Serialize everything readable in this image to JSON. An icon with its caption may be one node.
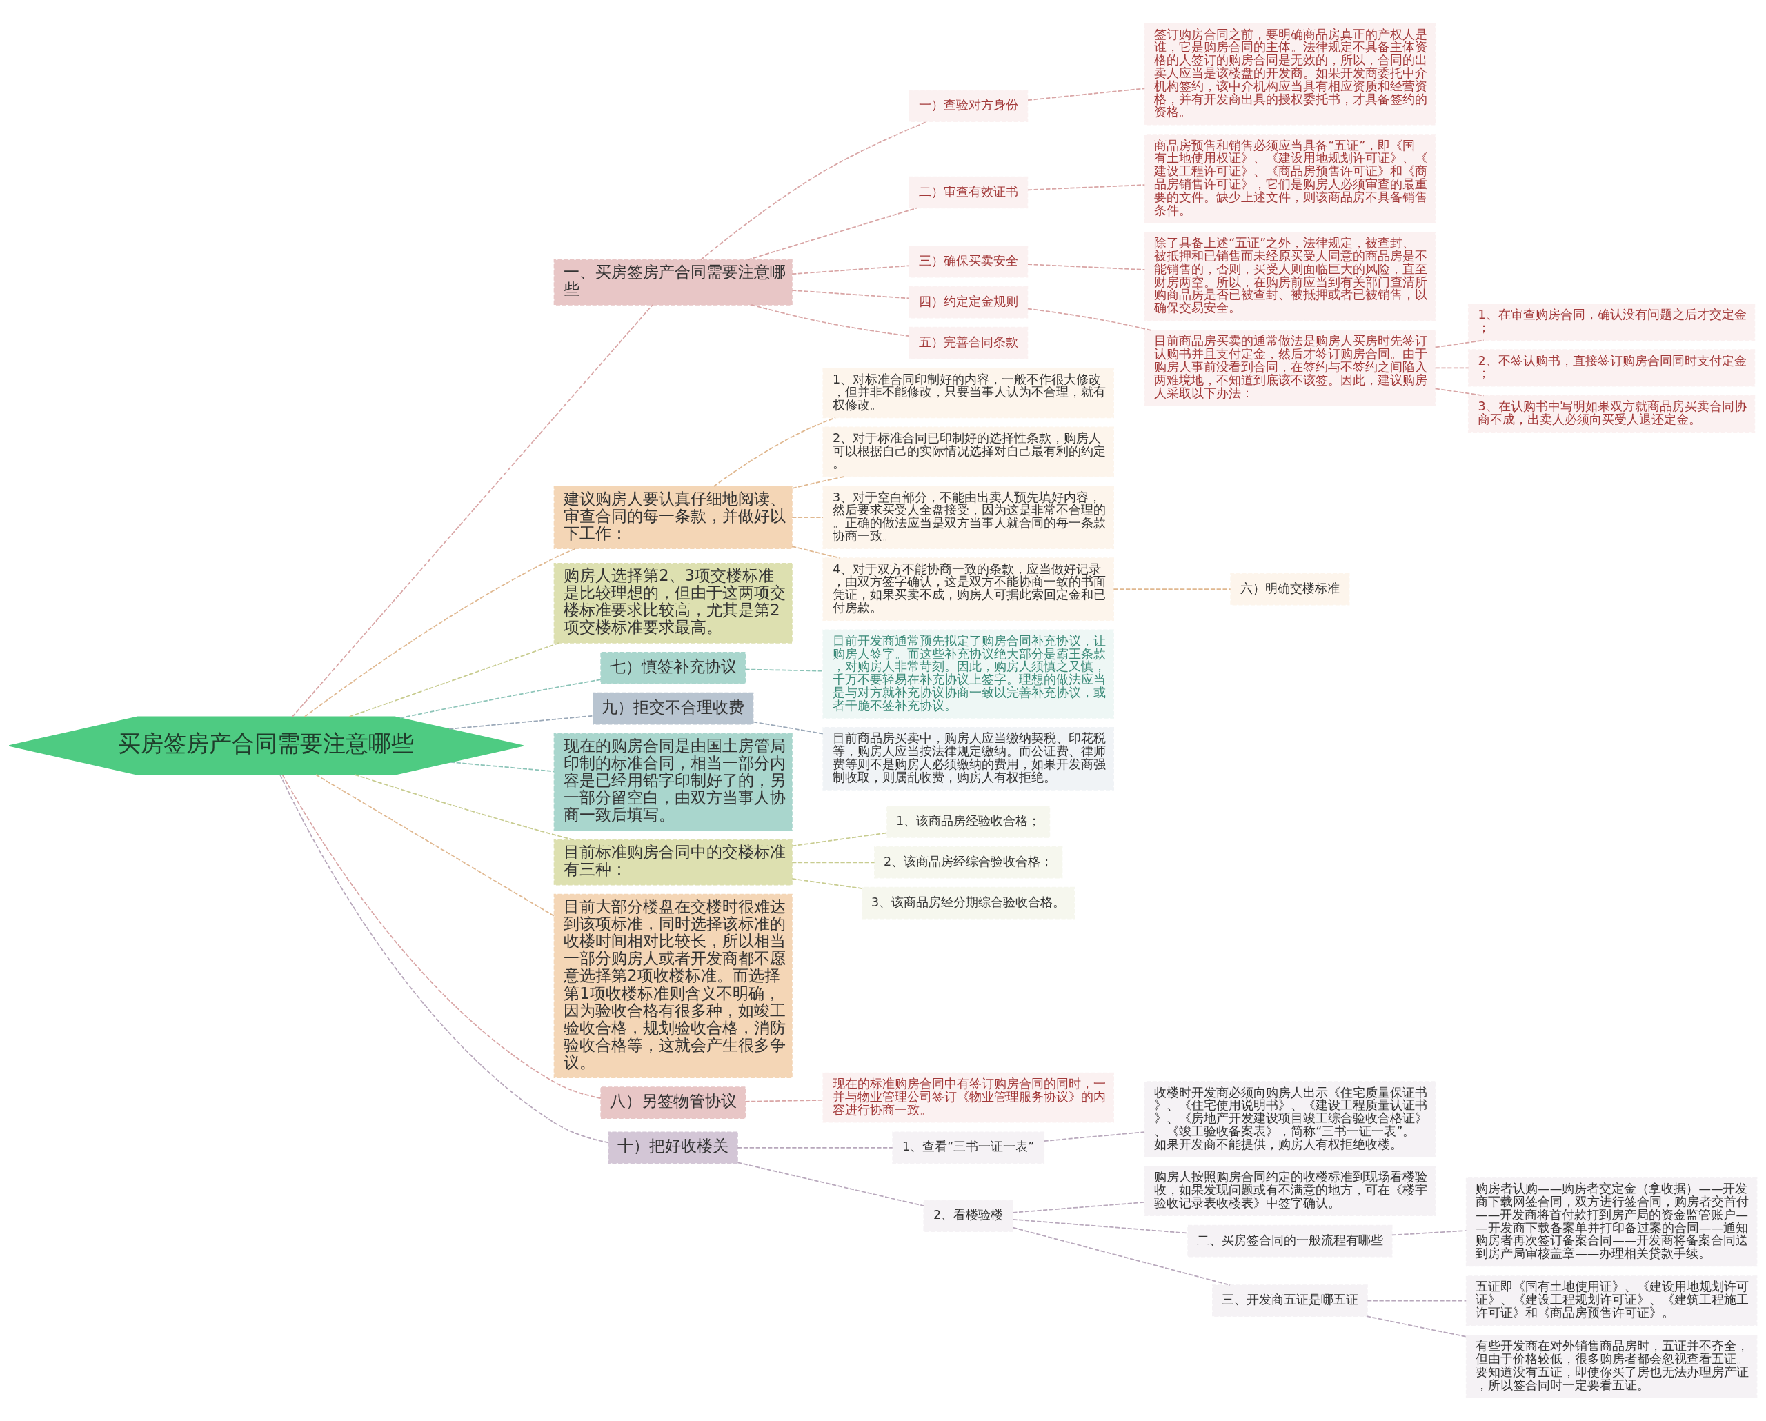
{
  "diagram": {
    "nodes": [
      {
        "text": [
          "买房签房产合同需要注意哪些"
        ]
      },
      {
        "text": [
          "一、买房签房产合同需要注意哪些"
        ]
      },
      {
        "text": [
          "一）查验对方身份"
        ]
      },
      {
        "text": [
          "签订购房合同之前，要明确商品房真正的产权人是谁，它是购房合同的主体。法律规定不具备主体资格的人签订的购房合同是无效的，所以，合同的出卖人应当是该楼盘的开发商。如果开发商委托中介机构签约，该中介机构应当具有相应资质和经营资格，并有开发商出具的授权委托书，才具备签约的资格。"
        ]
      },
      {
        "text": [
          "二）审查有效证书"
        ]
      },
      {
        "text": [
          "商品房预售和销售必须应当具备“五证”，即《国有土地使用权证》、《建设用地规划许可证》、《建设工程许可证》、《商品房预售许可证》和《商品房销售许可证》，它们是购房人必须审查的最重要的文件。缺少上述文件，则该商品房不具备销售条件。"
        ]
      },
      {
        "text": [
          "三）确保买卖安全"
        ]
      },
      {
        "text": [
          "除了具备上述“五证”之外，法律规定，被查封、被抵押和已销售而未经原买受人同意的商品房是不能销售的，否则，买受人则面临巨大的风险，直至财房两空。所以，在购房前应当到有关部门查清所购商品房是否已被查封、被抵押或者已被销售，以确保交易安全。"
        ]
      },
      {
        "text": [
          "四）约定定金规则"
        ]
      },
      {
        "text": [
          "目前商品房买卖的通常做法是购房人买房时先签订认购书并且支付定金，然后才签订购房合同。由于购房人事前没看到合同，在签约与不签约之间陷入两难境地，不知道到底该不该签。因此，建议购房人采取以下办法："
        ]
      },
      {
        "text": [
          "1、在审查购房合同，确认没有问题之后才交定金；"
        ]
      },
      {
        "text": [
          "2、不签认购书，直接签订购房合同同时支付定金；"
        ]
      },
      {
        "text": [
          "3、在认购书中写明如果双方就商品房买卖合同协商不成，出卖人必须向买受人退还定金。"
        ]
      },
      {
        "text": [
          "五）完善合同条款"
        ]
      },
      {
        "text": [
          "建议购房人要认真仔细地阅读、审查合同的每一条款，并做好以下工作："
        ]
      },
      {
        "text": [
          "1、对标准合同印制好的内容，一般不作很大修改，但并非不能修改，只要当事人认为不合理，就有权修改。"
        ]
      },
      {
        "text": [
          "2、对于标准合同已印制好的选择性条款，购房人可以根据自己的实际情况选择对自己最有利的约定。"
        ]
      },
      {
        "text": [
          "3、对于空白部分，不能由出卖人预先填好内容，然后要求买受人全盘接受，因为这是非常不合理的。正确的做法应当是双方当事人就合同的每一条款协商一致。"
        ]
      },
      {
        "text": [
          "4、对于双方不能协商一致的条款，应当做好记录，由双方签字确认，这是双方不能协商一致的书面凭证，如果买卖不成，购房人可据此索回定金和已付房款。"
        ]
      },
      {
        "text": [
          "六）明确交楼标准"
        ]
      },
      {
        "text": [
          "购房人选择第2、3项交楼标准是比较理想的，但由于这两项交楼标准要求比较高，尤其是第2项交楼标准要求最高。"
        ]
      },
      {
        "text": [
          "七）慎签补充协议"
        ]
      },
      {
        "text": [
          "目前开发商通常预先拟定了购房合同补充协议，让购房人签字。而这些补充协议绝大部分是霸王条款，对购房人非常苛刻。因此，购房人须慎之又慎，千万不要轻易在补充协议上签字。理想的做法应当是与对方就补充协议协商一致以完善补充协议，或者干脆不签补充协议。"
        ]
      },
      {
        "text": [
          "九）拒交不合理收费"
        ]
      },
      {
        "text": [
          "目前商品房买卖中，购房人应当缴纳契税、印花税等，购房人应当按法律规定缴纳。而公证费、律师费等则不是购房人必须缴纳的费用，如果开发商强制收取，则属乱收费，购房人有权拒绝。"
        ]
      },
      {
        "text": [
          "现在的购房合同是由国土房管局印制的标准合同，相当一部分内容是已经用铅字印制好了的，另一部分留空白，由双方当事人协商一致后填写。"
        ]
      },
      {
        "text": [
          "目前标准购房合同中的交楼标准有三种："
        ]
      },
      {
        "text": [
          "1、该商品房经验收合格；"
        ]
      },
      {
        "text": [
          "2、该商品房经综合验收合格；"
        ]
      },
      {
        "text": [
          "3、该商品房经分期综合验收合格。"
        ]
      },
      {
        "text": [
          "目前大部分楼盘在交楼时很难达到该项标准，同时选择该标准的收楼时间相对比较长，所以相当一部分购房人或者开发商都不愿意选择第2项收楼标准。而选择第1项收楼标准则含义不明确，因为验收合格有很多种，如竣工验收合格，规划验收合格，消防验收合格等，这就会产生很多争议。"
        ]
      },
      {
        "text": [
          "八）另签物管协议"
        ]
      },
      {
        "text": [
          "现在的标准购房合同中有签订购房合同的同时，一并与物业管理公司签订《物业管理服务协议》的内容进行协商一致。"
        ]
      },
      {
        "text": [
          "十）把好收楼关"
        ]
      },
      {
        "text": [
          "1、查看“三书一证一表”"
        ]
      },
      {
        "text": [
          "收楼时开发商必须向购房人出示《住宅质量保证书》、《住宅使用说明书》、《建设工程质量认证书》、《房地产开发建设项目竣工综合验收合格证》、《竣工验收备案表》，简称“三书一证一表”。如果开发商不能提供，购房人有权拒绝收楼。"
        ]
      },
      {
        "text": [
          "2、看楼验楼"
        ]
      },
      {
        "text": [
          "购房人按照购房合同约定的收楼标准到现场看楼验收，如果发现问题或有不满意的地方，可在《楼宇验收记录表收楼表》中签字确认。"
        ]
      },
      {
        "text": [
          "二、买房签合同的一般流程有哪些"
        ]
      },
      {
        "text": [
          "购房者认购——购房者交定金（拿收据）——开发商下载网签合同，双方进行签合同，购房者交首付——开发商将首付款打到房产局的资金监管账户——开发商下载备案单并打印备过案的合同——通知购房者再次签订备案合同——开发商将备案合同送到房产局审核盖章——办理相关贷款手续。"
        ]
      },
      {
        "text": [
          "三、开发商五证是哪五证"
        ]
      },
      {
        "text": [
          "五证即《国有土地使用证》、《建设用地规划许可证》、《建设工程规划许可证》、《建筑工程施工许可证》和《商品房预售许可证》。"
        ]
      },
      {
        "text": [
          "有些开发商在对外销售商品房时，五证并不齐全，但由于价格较低，很多购房者都会忽视查看五证。要知道没有五证，即使你买了房也无法办理房产证，所以签合同时一定要看五证。"
        ]
      }
    ],
    "edges": [
      {
        "from": 0,
        "to": 1,
        "arrow": "none",
        "style": "dashed"
      },
      {
        "from": 1,
        "to": 2,
        "arrow": "none",
        "style": "dashed"
      },
      {
        "from": 2,
        "to": 3,
        "arrow": "none",
        "style": "dashed"
      },
      {
        "from": 1,
        "to": 4,
        "arrow": "none",
        "style": "dashed"
      },
      {
        "from": 4,
        "to": 5,
        "arrow": "none",
        "style": "dashed"
      },
      {
        "from": 1,
        "to": 6,
        "arrow": "none",
        "style": "dashed"
      },
      {
        "from": 6,
        "to": 7,
        "arrow": "none",
        "style": "dashed"
      },
      {
        "from": 1,
        "to": 8,
        "arrow": "none",
        "style": "dashed"
      },
      {
        "from": 8,
        "to": 9,
        "arrow": "none",
        "style": "dashed"
      },
      {
        "from": 9,
        "to": 10,
        "arrow": "none",
        "style": "dashed"
      },
      {
        "from": 9,
        "to": 11,
        "arrow": "none",
        "style": "dashed"
      },
      {
        "from": 9,
        "to": 12,
        "arrow": "none",
        "style": "dashed"
      },
      {
        "from": 1,
        "to": 13,
        "arrow": "none",
        "style": "dashed"
      },
      {
        "from": 0,
        "to": 14,
        "arrow": "none",
        "style": "dashed"
      },
      {
        "from": 14,
        "to": 15,
        "arrow": "none",
        "style": "dashed"
      },
      {
        "from": 14,
        "to": 16,
        "arrow": "none",
        "style": "dashed"
      },
      {
        "from": 14,
        "to": 17,
        "arrow": "none",
        "style": "dashed"
      },
      {
        "from": 14,
        "to": 18,
        "arrow": "none",
        "style": "dashed"
      },
      {
        "from": 18,
        "to": 19,
        "arrow": "none",
        "style": "dashed"
      },
      {
        "from": 0,
        "to": 20,
        "arrow": "none",
        "style": "dashed"
      },
      {
        "from": 0,
        "to": 21,
        "arrow": "none",
        "style": "dashed"
      },
      {
        "from": 21,
        "to": 22,
        "arrow": "none",
        "style": "dashed"
      },
      {
        "from": 0,
        "to": 23,
        "arrow": "none",
        "style": "dashed"
      },
      {
        "from": 23,
        "to": 24,
        "arrow": "none",
        "style": "dashed"
      },
      {
        "from": 0,
        "to": 25,
        "arrow": "none",
        "style": "dashed"
      },
      {
        "from": 0,
        "to": 26,
        "arrow": "none",
        "style": "dashed"
      },
      {
        "from": 26,
        "to": 27,
        "arrow": "none",
        "style": "dashed"
      },
      {
        "from": 26,
        "to": 28,
        "arrow": "none",
        "style": "dashed"
      },
      {
        "from": 26,
        "to": 29,
        "arrow": "none",
        "style": "dashed"
      },
      {
        "from": 0,
        "to": 30,
        "arrow": "none",
        "style": "dashed"
      },
      {
        "from": 0,
        "to": 31,
        "arrow": "none",
        "style": "dashed"
      },
      {
        "from": 31,
        "to": 32,
        "arrow": "none",
        "style": "dashed"
      },
      {
        "from": 0,
        "to": 33,
        "arrow": "none",
        "style": "dashed"
      },
      {
        "from": 33,
        "to": 34,
        "arrow": "none",
        "style": "dashed"
      },
      {
        "from": 34,
        "to": 35,
        "arrow": "none",
        "style": "dashed"
      },
      {
        "from": 33,
        "to": 36,
        "arrow": "none",
        "style": "dashed"
      },
      {
        "from": 36,
        "to": 37,
        "arrow": "none",
        "style": "dashed"
      },
      {
        "from": 36,
        "to": 38,
        "arrow": "none",
        "style": "dashed"
      },
      {
        "from": 38,
        "to": 39,
        "arrow": "none",
        "style": "dashed"
      },
      {
        "from": 36,
        "to": 40,
        "arrow": "none",
        "style": "dashed"
      },
      {
        "from": 40,
        "to": 41,
        "arrow": "none",
        "style": "dashed"
      },
      {
        "from": 40,
        "to": 42,
        "arrow": "none",
        "style": "dashed"
      }
    ]
  }
}
